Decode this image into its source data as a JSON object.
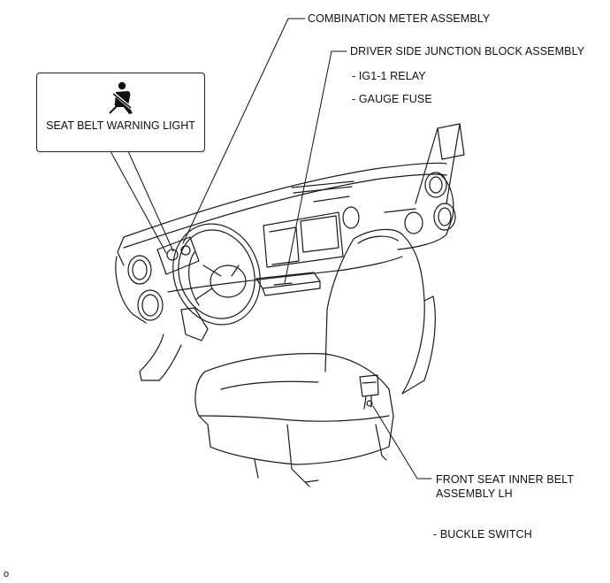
{
  "labels": {
    "combination_meter": "COMBINATION METER ASSEMBLY",
    "junction_block": "DRIVER SIDE JUNCTION BLOCK ASSEMBLY",
    "ig1_relay": "- IG1-1 RELAY",
    "gauge_fuse": "- GAUGE FUSE",
    "seat_belt_warning": "SEAT BELT WARNING LIGHT",
    "front_seat_belt_line1": "FRONT SEAT INNER BELT",
    "front_seat_belt_line2": "ASSEMBLY LH",
    "buckle_switch": "- BUCKLE SWITCH",
    "corner_mark": "o"
  },
  "icons": {
    "warning_light_icon": "seat-belt-icon"
  }
}
